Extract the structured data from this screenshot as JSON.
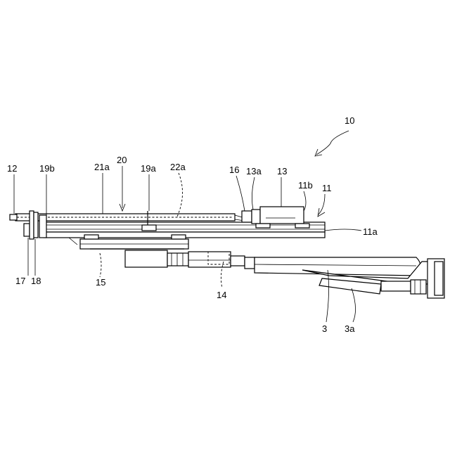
{
  "labels": {
    "n10": "10",
    "n11": "11",
    "n11a": "11a",
    "n11b": "11b",
    "n12": "12",
    "n13": "13",
    "n13a": "13a",
    "n14": "14",
    "n15": "15",
    "n16": "16",
    "n17": "17",
    "n18": "18",
    "n19a": "19a",
    "n19b": "19b",
    "n20": "20",
    "n21a": "21a",
    "n22a": "22a",
    "n3": "3",
    "n3a": "3a"
  }
}
